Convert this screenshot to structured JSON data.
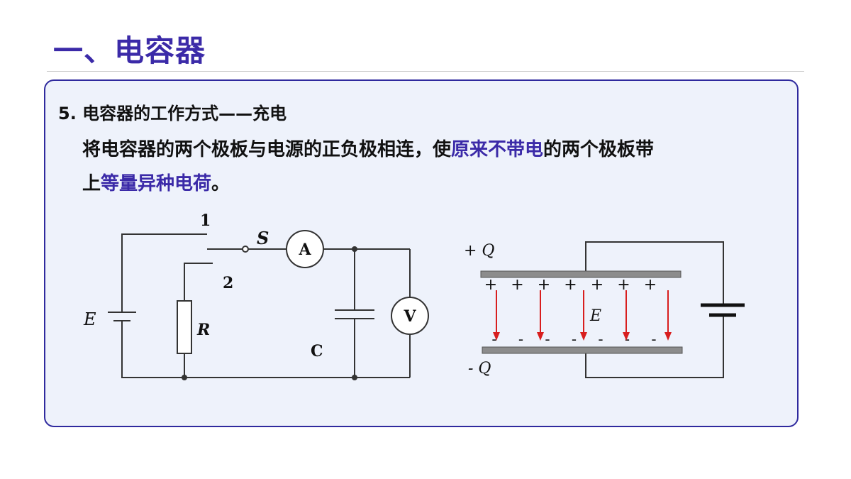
{
  "title": "一、电容器",
  "heading": "5. 电容器的工作方式——充电",
  "paragraph": {
    "line1_a": "将电容器的两个极板与电源的正负极相连，使",
    "line1_hl": "原来不带电",
    "line1_b": "的两个极板带",
    "line2_a": "上",
    "line2_hl": "等量异种电荷",
    "line2_b": "。"
  },
  "circuit": {
    "label_1": "1",
    "label_2": "2",
    "label_S": "S",
    "label_A": "A",
    "label_V": "V",
    "label_E": "E",
    "label_R": "R",
    "label_C": "C"
  },
  "plates": {
    "label_pos_q": "+ Q",
    "label_neg_q": "- Q",
    "label_field": "E",
    "plus_sign": "+",
    "minus_sign": "-",
    "plus_count": 7,
    "minus_count": 7,
    "arrow_count": 5,
    "arrow_color": "#d81e1e"
  },
  "colors": {
    "accent": "#3b2aa8",
    "panel_border": "#2f2a9e",
    "panel_bg": "#eef2fb"
  }
}
